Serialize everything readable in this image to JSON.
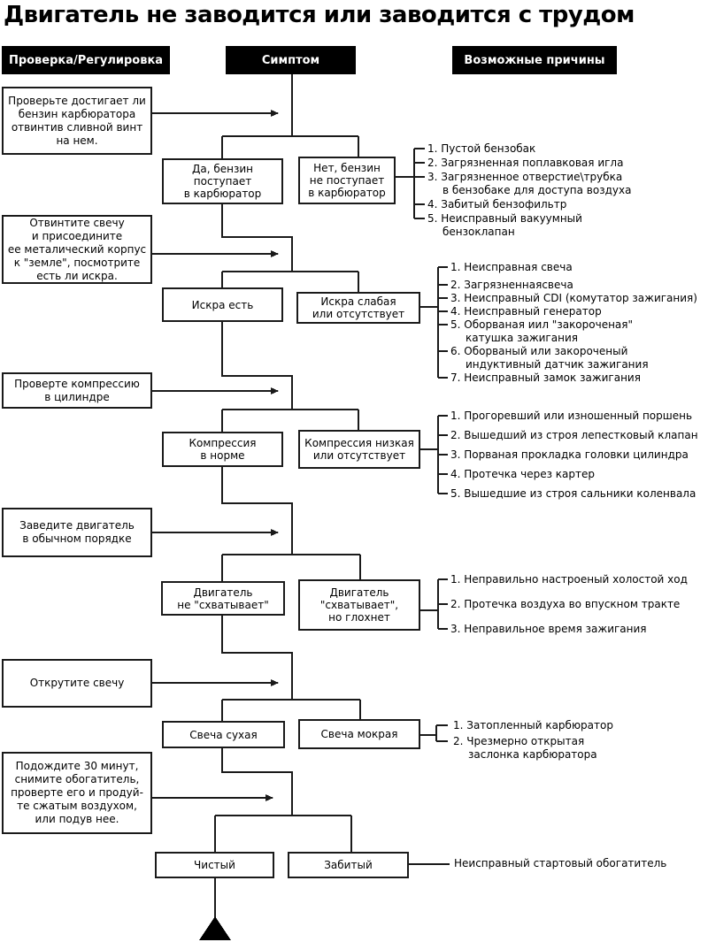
{
  "title": "Двигатель не заводится или заводится с трудом",
  "headers": {
    "check": "Проверка/Регулировка",
    "symptom": "Симптом",
    "causes": "Возможные причины"
  },
  "sections": [
    {
      "check": "Проверьте достигает ли\nбензин карбюратора\nотвинтив сливной винт\nна нем.",
      "symptom_left": "Да, бензин\nпоступает\nв карбюратор",
      "symptom_right": "Нет, бензин\nне поступает\nв карбюратор",
      "causes": [
        "1. Пустой бензобак",
        "2. Загрязненная поплавковая игла",
        "3. Загрязненное отверстие\\трубка\nв бензобаке для доступа воздуха",
        "4. Забитый бензофильтр",
        "5. Неисправный вакуумный\nбензоклапан"
      ]
    },
    {
      "check": "Отвинтите свечу\nи присоедините\nее металический корпус\nк \"земле\", посмотрите\nесть ли искра.",
      "symptom_left": "Искра есть",
      "symptom_right": "Искра слабая\nили отсутствует",
      "causes": [
        "1. Неисправная свеча",
        "2. Загрязненнаясвеча",
        "3. Неисправный CDI (комутатор зажигания)",
        "4. Неисправный генератор",
        "5. Оборваная иил \"закороченая\"\nкатушка зажигания",
        "6. Оборваный или закороченый\nиндуктивный датчик зажигания",
        "7. Неисправный замок зажигания"
      ]
    },
    {
      "check": "Проверте компрессию\nв цилиндре",
      "symptom_left": "Компрессия\nв норме",
      "symptom_right": "Компрессия низкая\nили отсутствует",
      "causes": [
        "1. Прогоревший или изношенный поршень",
        "2. Вышедший из строя лепестковый клапан",
        "3. Порваная прокладка головки цилиндра",
        "4. Протечка через картер",
        "5. Вышедшие из строя сальники коленвала"
      ]
    },
    {
      "check": "Заведите двигатель\nв обычном порядке",
      "symptom_left": "Двигатель\nне \"схватывает\"",
      "symptom_right": "Двигатель\n\"схватывает\",\nно глохнет",
      "causes": [
        "1. Неправильно настроеный холостой ход",
        "2. Протечка воздуха во впускном тракте",
        "3. Неправильное время зажигания"
      ]
    },
    {
      "check": "Открутите свечу",
      "symptom_left": "Свеча сухая",
      "symptom_right": "Свеча мокрая",
      "causes": [
        "1. Затопленный карбюратор",
        "2. Чрезмерно открытая\nзаслонка карбюратора"
      ]
    },
    {
      "check": "Подождите 30 минут,\nснимите обогатитель,\nпроверте его и продуй-\nте сжатым воздухом,\nили подув нее.",
      "symptom_left": "Чистый",
      "symptom_right": "Забитый",
      "causes": [
        "Неисправный стартовый обогатитель"
      ]
    }
  ],
  "colors": {
    "line": "#1a1a1a",
    "header_bg": "#000000",
    "header_text": "#ffffff"
  }
}
